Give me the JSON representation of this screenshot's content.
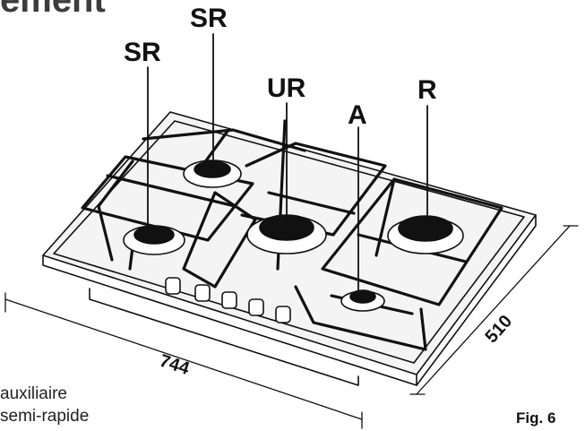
{
  "heading": "ement",
  "burner_labels": {
    "sr_left": "SR",
    "sr_top": "SR",
    "ur": "UR",
    "a": "A",
    "r": "R"
  },
  "dimensions": {
    "width": "744",
    "depth": "510"
  },
  "legend": {
    "line1": "auxiliaire",
    "line2": "semi-rapide"
  },
  "figure_label": "Fig. 6"
}
